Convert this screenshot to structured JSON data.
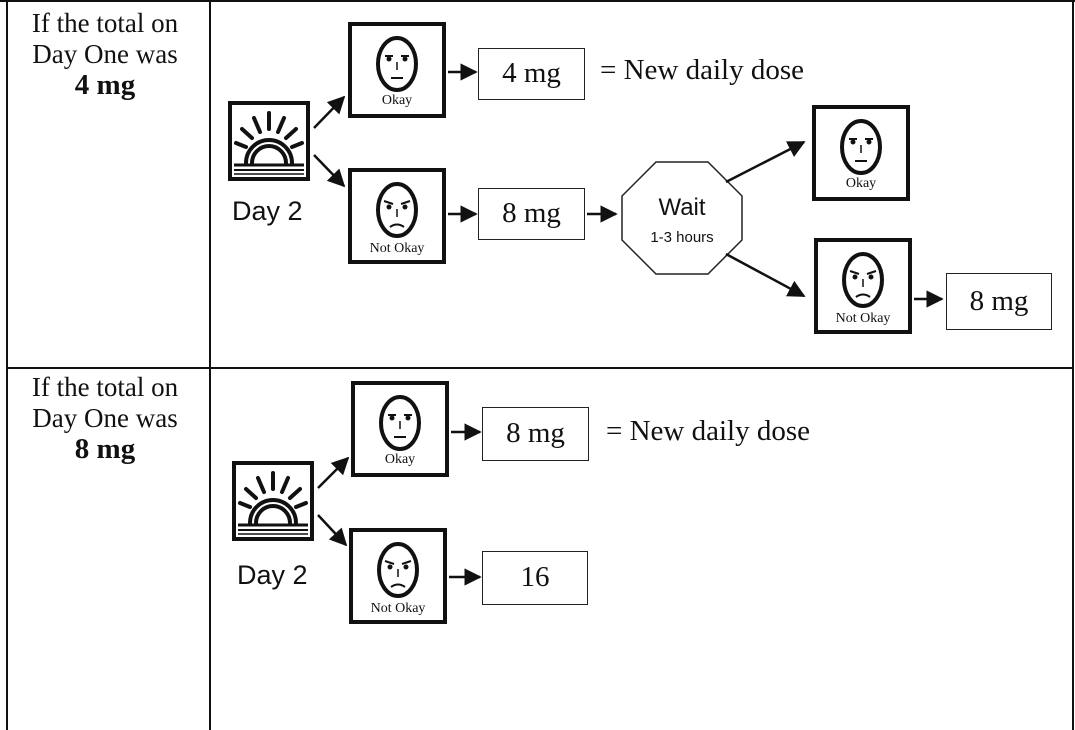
{
  "rows": [
    {
      "condition_line1": "If the total on",
      "condition_line2": "Day One was",
      "condition_dose": "4 mg",
      "day_label": "Day 2",
      "okay_label": "Okay",
      "not_okay_label": "Not Okay",
      "okay_dose": "4 mg",
      "new_daily_dose": "= New daily dose",
      "not_okay_dose": "8 mg",
      "wait_title": "Wait",
      "wait_duration": "1-3 hours",
      "after_wait_okay_label": "Okay",
      "after_wait_not_okay_label": "Not Okay",
      "after_wait_dose": "8 mg"
    },
    {
      "condition_line1": "If the total on",
      "condition_line2": "Day One was",
      "condition_dose": "8 mg",
      "day_label": "Day 2",
      "okay_label": "Okay",
      "not_okay_label": "Not Okay",
      "okay_dose": "8 mg",
      "new_daily_dose": "= New daily dose",
      "not_okay_dose": "16"
    }
  ],
  "icons": {
    "sunrise": "sunrise-icon",
    "happy_face": "neutral-face-icon",
    "sad_face": "sad-face-icon"
  }
}
